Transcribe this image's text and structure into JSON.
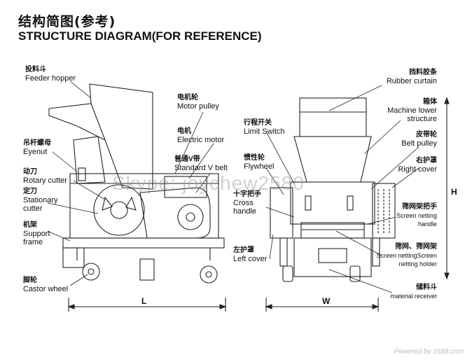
{
  "title": {
    "cn": "结构简图(参考)",
    "en": "STRUCTURE DIAGRAM(FOR REFERENCE)"
  },
  "labels": {
    "feeder_hopper": {
      "cn": "投料斗",
      "en": "Feeder hopper"
    },
    "eyenut": {
      "cn": "吊杆螺母",
      "en": "Eyenut"
    },
    "rotary_cutter": {
      "cn": "动刀",
      "en": "Rotary cutter"
    },
    "stationary_cutter": {
      "cn": "定刀",
      "en1": "Stationary",
      "en2": "cutter"
    },
    "support_frame": {
      "cn": "机架",
      "en1": "Support",
      "en2": "frame"
    },
    "castor_wheel": {
      "cn": "脚轮",
      "en": "Castor wheel"
    },
    "motor_pulley": {
      "cn": "电机轮",
      "en": "Motor pulley"
    },
    "electric_motor": {
      "cn": "电机",
      "en": "Electric motor"
    },
    "v_belt": {
      "cn": "普通V带",
      "en": "Standard V belt"
    },
    "limit_switch": {
      "cn": "行程开关",
      "en": "Limit Switch"
    },
    "flywheel": {
      "cn": "惯性轮",
      "en": "Flywheel"
    },
    "cross_handle": {
      "cn": "十字把手",
      "en1": "Cross",
      "en2": "handle"
    },
    "left_cover": {
      "cn": "左护罩",
      "en": "Left cover"
    },
    "rubber_curtain": {
      "cn": "挡料胶条",
      "en": "Rubber curtain"
    },
    "machine_lower": {
      "cn": "箱体",
      "en1": "Machine lower",
      "en2": "structure"
    },
    "belt_pulley": {
      "cn": "皮带轮",
      "en": "Belt pulley"
    },
    "right_cover": {
      "cn": "右护罩",
      "en": "Right cover"
    },
    "screen_netting_handle": {
      "cn": "筛网架把手",
      "en1": "Screen netting",
      "en2": "handle"
    },
    "screen_netting_screen": {
      "cn": "筛网、筛网架",
      "en1": "Screen nettingScreen",
      "en2": "netting holder"
    },
    "material_receiver": {
      "cn": "储料斗",
      "en": "material receiver"
    }
  },
  "dimensions": {
    "length": "L",
    "width": "W",
    "height": "H"
  },
  "watermark": "Skype: joychew2580",
  "footer": "Powered by 1688.com"
}
